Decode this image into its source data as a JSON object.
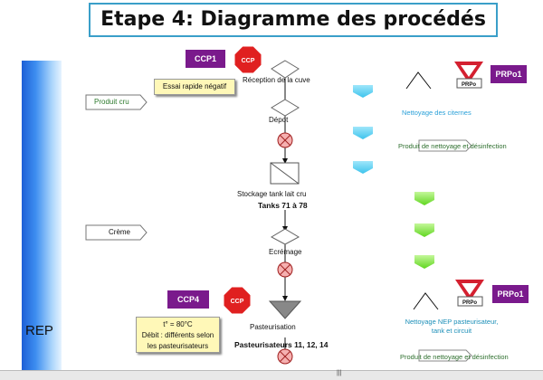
{
  "title": "Etape 4: Diagramme des procédés",
  "rep_label": "REP",
  "ccp_tags": {
    "ccp1": "CCP1",
    "ccp4": "CCP4"
  },
  "stop_sign_text": "CCP",
  "prp_tags": {
    "prpo1_top": "PRPo1",
    "prpo1_bottom": "PRPo1"
  },
  "yield_sign_text": "PRPo",
  "notes": {
    "essai": "Essai rapide négatif",
    "temp_line1": "t° = 80°C",
    "temp_line2": "Débit : différents selon",
    "temp_line3": "les pasteurisateurs"
  },
  "inputs": {
    "produit_cru": "Produit cru",
    "creme": "Crème"
  },
  "steps": {
    "reception": "Réception de la cuve",
    "depot": "Dépot",
    "stockage": "Stockage tank lait cru",
    "tanks": "Tanks 71 à 78",
    "ecremage": "Ecrémage",
    "pasteurisation": "Pasteurisation",
    "pasteurisateurs": "Pasteurisateurs 11, 12, 14"
  },
  "right_texts": {
    "nettoyage_citernes": "Nettoyage des citernes",
    "produit_nettoyage_1": "Produit de nettoyage et désinfection",
    "nep_line1": "Nettoyage  NEP pasteurisateur,",
    "nep_line2": "tank et circuit",
    "produit_nettoyage_2": "Produit de nettoyage et désinfection"
  },
  "colors": {
    "title_border": "#3a9fc9",
    "tag_purple": "#7a1a8c",
    "stop_red": "#e02020",
    "yield_red": "#d42030",
    "cyan_chevron": "#5fd0f0",
    "green_chevron": "#7ee83a",
    "rep_blue": "#2f7de8",
    "note_yellow": "#fff8b8"
  },
  "scroll_grip": "|||"
}
